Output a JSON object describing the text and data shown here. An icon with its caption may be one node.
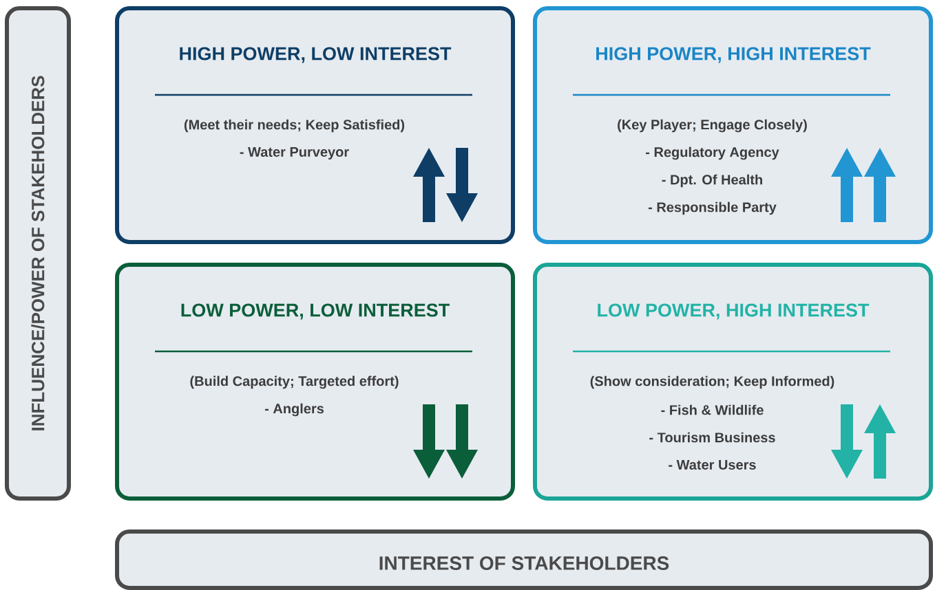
{
  "diagram": {
    "nodes": [
      {
        "text": [
          "INFLUENCE/POWER OF STAKEHOLDERS"
        ]
      },
      {
        "text": [
          "HIGH POWER, LOW INTEREST",
          "(Meet their needs; Keep Satisfied)",
          "- Water Purveyor"
        ]
      },
      {
        "text": [
          "HIGH POWER, HIGH INTEREST",
          "(Key Player; Engage Closely)",
          "- Regulatory Agency",
          "- Dpt. Of Health",
          "- Responsible Party"
        ]
      },
      {
        "text": [
          "LOW POWER, LOW INTEREST",
          "(Build Capacity; Targeted effort)",
          "- Anglers"
        ]
      },
      {
        "text": [
          "LOW POWER, HIGH INTEREST",
          "(Show consideration; Keep Informed)",
          "- Fish & Wildlife",
          "- Tourism Business",
          "- Water Users"
        ]
      },
      {
        "text": [
          "INTEREST OF STAKEHOLDERS"
        ]
      }
    ]
  }
}
